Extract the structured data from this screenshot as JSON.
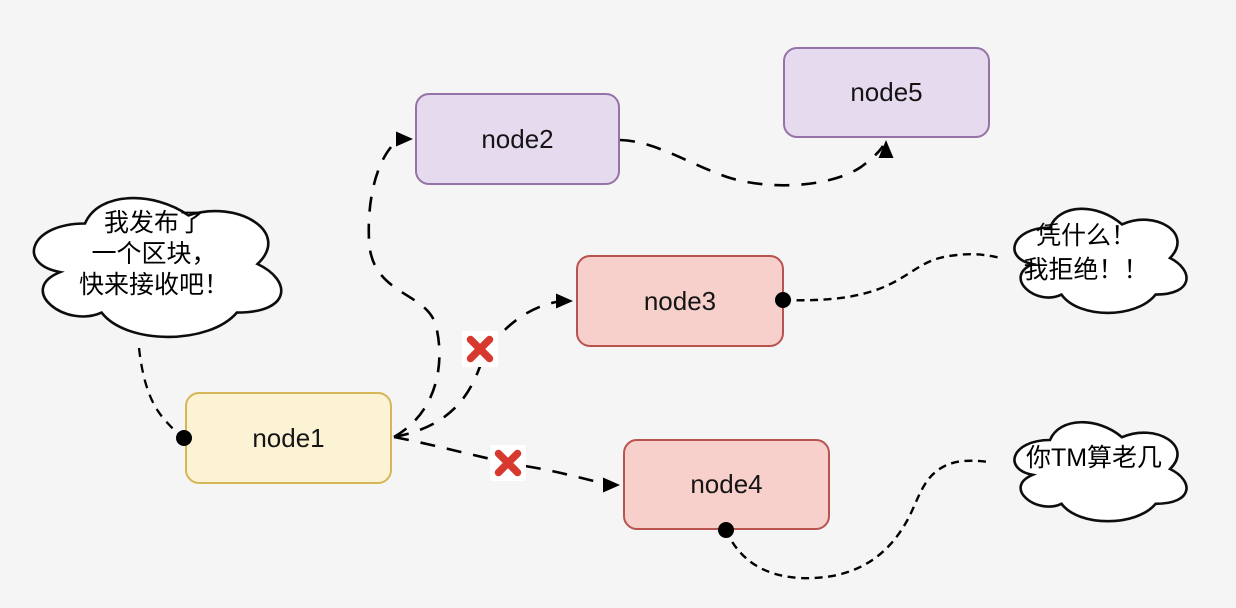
{
  "diagram": {
    "background_color": "#f5f5f6",
    "nodes": [
      {
        "id": "node1",
        "label": "node1",
        "fill": "#fcf2d4",
        "border": "#d6b656"
      },
      {
        "id": "node2",
        "label": "node2",
        "fill": "#e6dbee",
        "border": "#9673a6"
      },
      {
        "id": "node3",
        "label": "node3",
        "fill": "#f7cfcb",
        "border": "#b85450"
      },
      {
        "id": "node4",
        "label": "node4",
        "fill": "#f7cfcb",
        "border": "#b85450"
      },
      {
        "id": "node5",
        "label": "node5",
        "fill": "#e6dbee",
        "border": "#9673a6"
      }
    ],
    "bubbles": [
      {
        "id": "bubble-announce",
        "attached_to": "node1",
        "lines": [
          "我发布了",
          "一个区块，",
          "快来接收吧！"
        ]
      },
      {
        "id": "bubble-refuse",
        "attached_to": "node3",
        "lines": [
          "凭什么！",
          "我拒绝！！"
        ]
      },
      {
        "id": "bubble-dismiss",
        "attached_to": "node4",
        "lines": [
          "你TM算老几"
        ]
      }
    ],
    "connections": [
      {
        "from": "node1",
        "to": "node2",
        "style": "dashed-arrow",
        "mark": null
      },
      {
        "from": "node1",
        "to": "node3",
        "style": "dashed-arrow",
        "mark": "red-x"
      },
      {
        "from": "node1",
        "to": "node4",
        "style": "dashed-arrow",
        "mark": "red-x"
      },
      {
        "from": "node2",
        "to": "node5",
        "style": "dashed-arrow",
        "mark": null
      },
      {
        "from": "bubble-announce",
        "to": "node1",
        "style": "dashed-dot",
        "mark": null
      },
      {
        "from": "node3",
        "to": "bubble-refuse",
        "style": "dashed-dot",
        "mark": null
      },
      {
        "from": "node4",
        "to": "bubble-dismiss",
        "style": "dashed-dot",
        "mark": null
      }
    ],
    "icons": {
      "reject_x": "❌"
    },
    "colors": {
      "reject_x": "#d8392f",
      "line": "#000000"
    }
  }
}
